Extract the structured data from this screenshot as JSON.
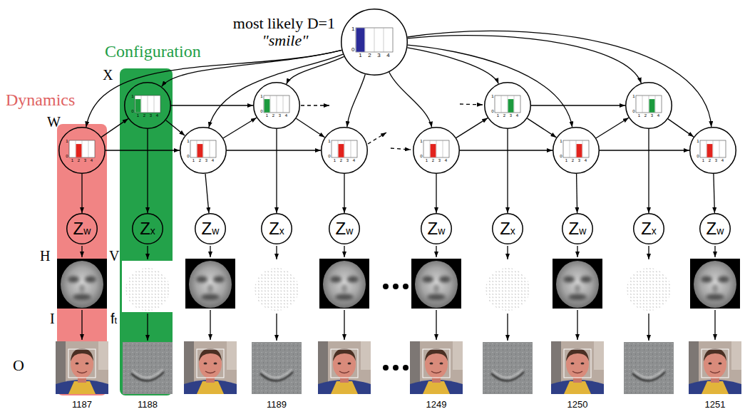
{
  "diagram": {
    "nodes": [
      {
        "text": [
          "most likely D=1",
          "\"smile\"",
          "1",
          "0",
          "1",
          "2",
          "3",
          "4"
        ]
      },
      {
        "text": [
          "Dynamics"
        ]
      },
      {
        "text": [
          "1",
          "0",
          "1",
          "2",
          "3",
          "4"
        ],
        "in": 1
      },
      {
        "text": [
          "Zw"
        ],
        "in": 1
      },
      {
        "text": [
          "Configuration"
        ]
      },
      {
        "text": [
          "1",
          "0",
          "1",
          "2",
          "3",
          "4"
        ],
        "in": 4
      },
      {
        "text": [
          "Zx"
        ],
        "in": 4
      },
      {
        "text": [
          "1",
          "0",
          "1",
          "2",
          "3",
          "4"
        ]
      },
      {
        "text": [
          "1",
          "0",
          "1",
          "2",
          "3",
          "4"
        ]
      },
      {
        "text": [
          "1",
          "0",
          "1",
          "2",
          "3",
          "4"
        ]
      },
      {
        "text": [
          "1",
          "0",
          "1",
          "2",
          "3",
          "4"
        ]
      },
      {
        "text": [
          "1",
          "0",
          "1",
          "2",
          "3",
          "4"
        ]
      },
      {
        "text": [
          "1",
          "0",
          "1",
          "2",
          "3",
          "4"
        ]
      },
      {
        "text": [
          "1",
          "0",
          "1",
          "2",
          "3",
          "4"
        ]
      },
      {
        "text": [
          "1",
          "0",
          "1",
          "2",
          "3",
          "4"
        ]
      },
      {
        "text": [
          "Zw"
        ]
      },
      {
        "text": [
          "Zx"
        ]
      },
      {
        "text": [
          "Zw"
        ]
      },
      {
        "text": [
          "Zw"
        ]
      },
      {
        "text": [
          "Zx"
        ]
      },
      {
        "text": [
          "Zw"
        ]
      },
      {
        "text": [
          "Zx"
        ]
      },
      {
        "text": [
          "Zw"
        ]
      }
    ],
    "edges": [
      {
        "from": 0,
        "to": 2,
        "arrow": "to"
      },
      {
        "from": 0,
        "to": 5,
        "arrow": "to"
      },
      {
        "from": 0,
        "to": 7,
        "arrow": "to"
      },
      {
        "from": 0,
        "to": 8,
        "arrow": "to"
      },
      {
        "from": 0,
        "to": 9,
        "arrow": "to"
      },
      {
        "from": 0,
        "to": 10,
        "arrow": "to"
      },
      {
        "from": 0,
        "to": 11,
        "arrow": "to"
      },
      {
        "from": 0,
        "to": 12,
        "arrow": "to"
      },
      {
        "from": 0,
        "to": 13,
        "arrow": "to"
      },
      {
        "from": 0,
        "to": 14,
        "arrow": "to"
      },
      {
        "from": 2,
        "to": 5,
        "arrow": "to"
      },
      {
        "from": 5,
        "to": 7,
        "arrow": "to"
      },
      {
        "from": 2,
        "to": 7,
        "arrow": "to"
      },
      {
        "from": 5,
        "to": 8,
        "arrow": "to"
      },
      {
        "from": 7,
        "to": 8,
        "arrow": "to"
      },
      {
        "from": 8,
        "to": 9,
        "arrow": "to"
      },
      {
        "from": 7,
        "to": 9,
        "arrow": "to"
      },
      {
        "from": 10,
        "to": 11,
        "arrow": "to"
      },
      {
        "from": 11,
        "to": 12,
        "arrow": "to"
      },
      {
        "from": 10,
        "to": 12,
        "arrow": "to"
      },
      {
        "from": 11,
        "to": 13,
        "arrow": "to"
      },
      {
        "from": 12,
        "to": 13,
        "arrow": "to"
      },
      {
        "from": 13,
        "to": 14,
        "arrow": "to"
      },
      {
        "from": 12,
        "to": 14,
        "arrow": "to"
      },
      {
        "from": 2,
        "to": 3,
        "arrow": "to"
      },
      {
        "from": 5,
        "to": 6,
        "arrow": "to"
      },
      {
        "from": 7,
        "to": 15,
        "arrow": "to"
      },
      {
        "from": 8,
        "to": 16,
        "arrow": "to"
      },
      {
        "from": 9,
        "to": 17,
        "arrow": "to"
      },
      {
        "from": 10,
        "to": 18,
        "arrow": "to"
      },
      {
        "from": 11,
        "to": 19,
        "arrow": "to"
      },
      {
        "from": 12,
        "to": 20,
        "arrow": "to"
      },
      {
        "from": 13,
        "to": 21,
        "arrow": "to"
      },
      {
        "from": 14,
        "to": 22,
        "arrow": "to"
      }
    ],
    "labels": [
      "X",
      "W",
      "H",
      "V",
      "I",
      "ft",
      "O",
      "1187",
      "1188",
      "1189",
      "1249",
      "1250",
      "1251"
    ]
  }
}
